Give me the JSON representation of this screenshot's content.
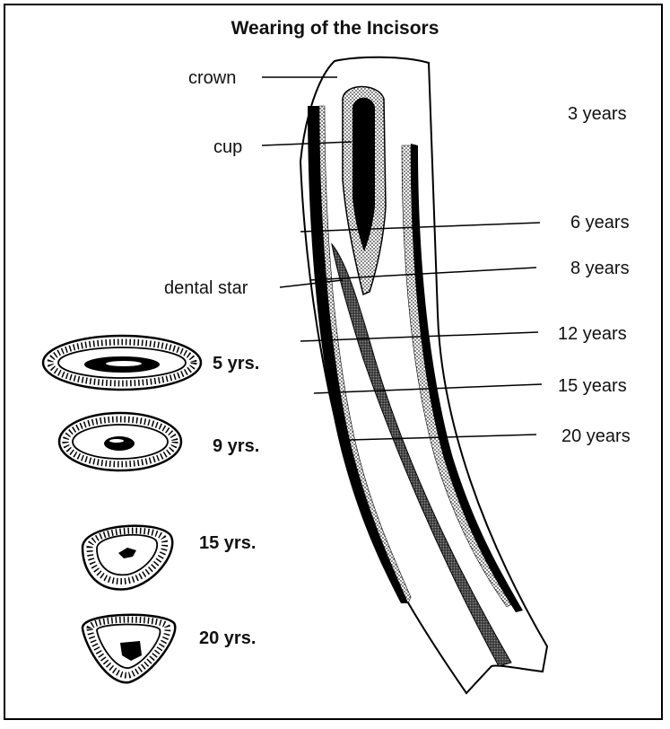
{
  "title": "Wearing of the Incisors",
  "labels": {
    "crown": "crown",
    "cup": "cup",
    "dental_star": "dental star"
  },
  "age_marks": [
    "3 years",
    "6 years",
    "8 years",
    "12 years",
    "15 years",
    "20 years"
  ],
  "cross_sections": [
    "5 yrs.",
    "9 yrs.",
    "15 yrs.",
    "20 yrs."
  ]
}
